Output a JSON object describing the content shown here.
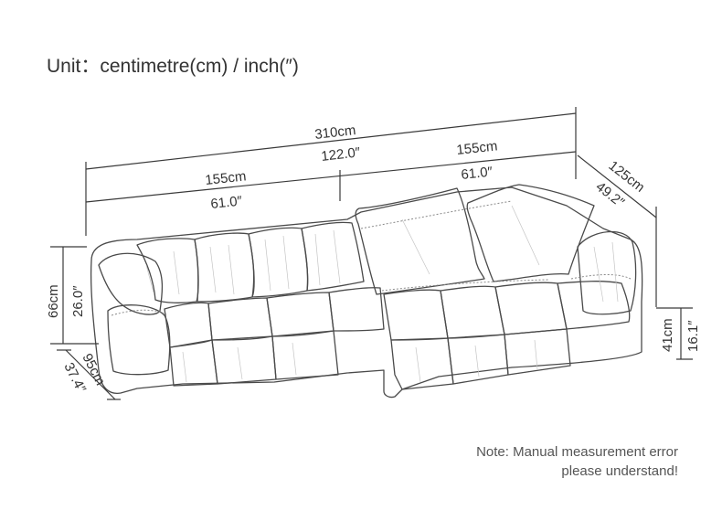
{
  "header": {
    "unit_label": "Unit：centimetre(cm) / inch(″)"
  },
  "dimensions": {
    "total_length_cm": "310cm",
    "total_length_in": "122.0″",
    "left_section_cm": "155cm",
    "left_section_in": "61.0″",
    "right_section_cm": "155cm",
    "right_section_in": "61.0″",
    "chaise_depth_cm": "125cm",
    "chaise_depth_in": "49.2″",
    "height_cm": "66cm",
    "height_in": "26.0″",
    "depth_cm": "95cm",
    "depth_in": "37.4″",
    "seat_height_cm": "41cm",
    "seat_height_in": "16.1″"
  },
  "note": {
    "line1": "Note: Manual measurement error",
    "line2": "please understand!"
  }
}
